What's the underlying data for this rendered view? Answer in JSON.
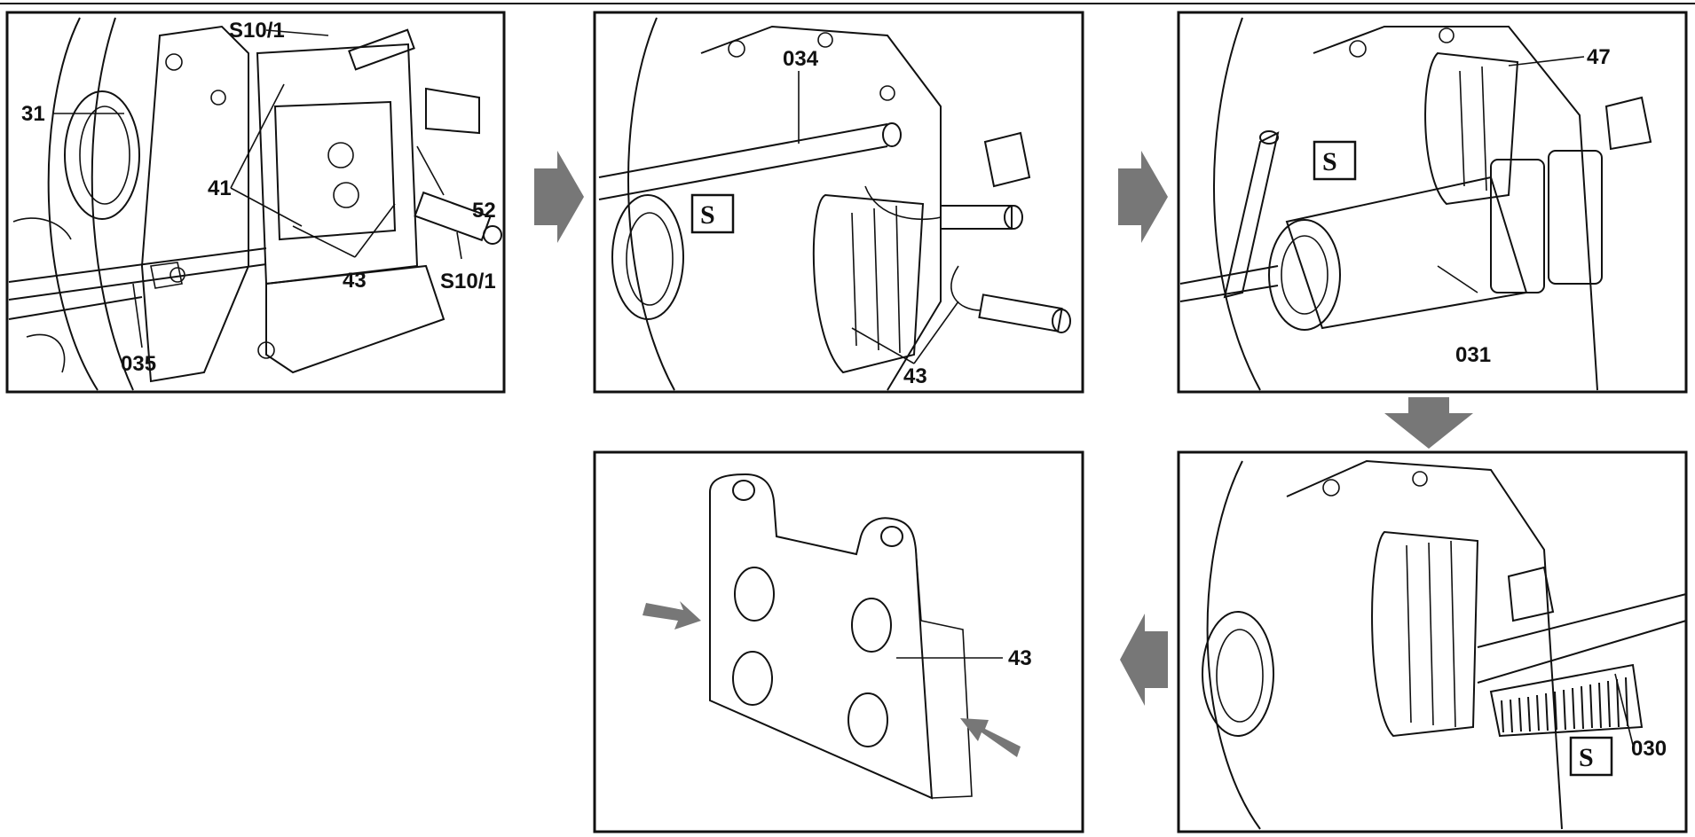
{
  "panels": [
    {
      "id": "panel-1",
      "labels": [
        "S10/1",
        "31",
        "41",
        "52",
        "S10/1",
        "43",
        "035"
      ]
    },
    {
      "id": "panel-2",
      "labels": [
        "034",
        "43"
      ]
    },
    {
      "id": "panel-3",
      "labels": [
        "47",
        "031"
      ]
    },
    {
      "id": "panel-4",
      "labels": [
        "030"
      ]
    },
    {
      "id": "panel-5",
      "labels": [
        "43"
      ]
    }
  ],
  "tool_symbol": "S",
  "colors": {
    "arrow": "#777777",
    "line": "#111111",
    "background": "#ffffff"
  }
}
